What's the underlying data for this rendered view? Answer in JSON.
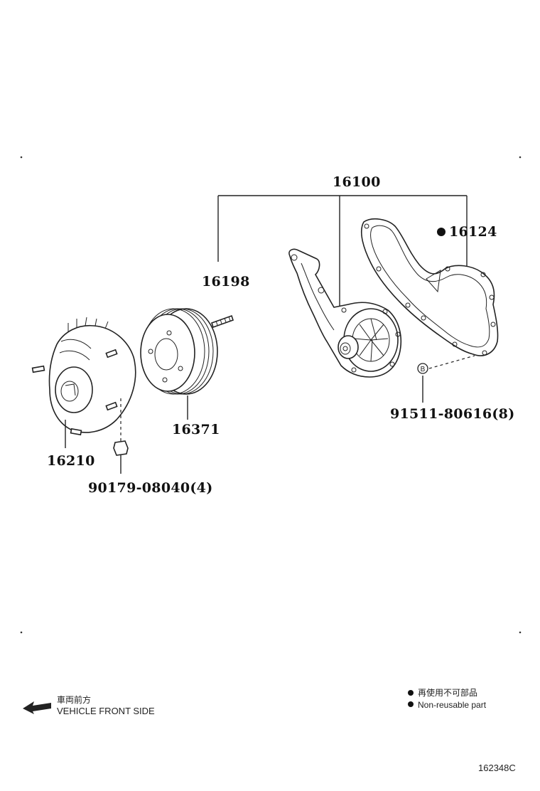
{
  "parts": {
    "water_pump_assy": "16100",
    "gasket": "16124",
    "stud": "16198",
    "pulley": "16371",
    "fan_coupling": "16210",
    "bolt": "91511-80616(8)",
    "nut": "90179-08040(4)"
  },
  "markers": {
    "bolt_marker": "B"
  },
  "legend": {
    "direction_jp": "車両前方",
    "direction_en": "VEHICLE FRONT SIDE",
    "nonreusable_jp": "再使用不可部品",
    "nonreusable_en": "Non-reusable part"
  },
  "figure_code": "162348C",
  "icons": {
    "direction": "left-arrow-icon",
    "nonreusable": "filled-dot-icon"
  }
}
